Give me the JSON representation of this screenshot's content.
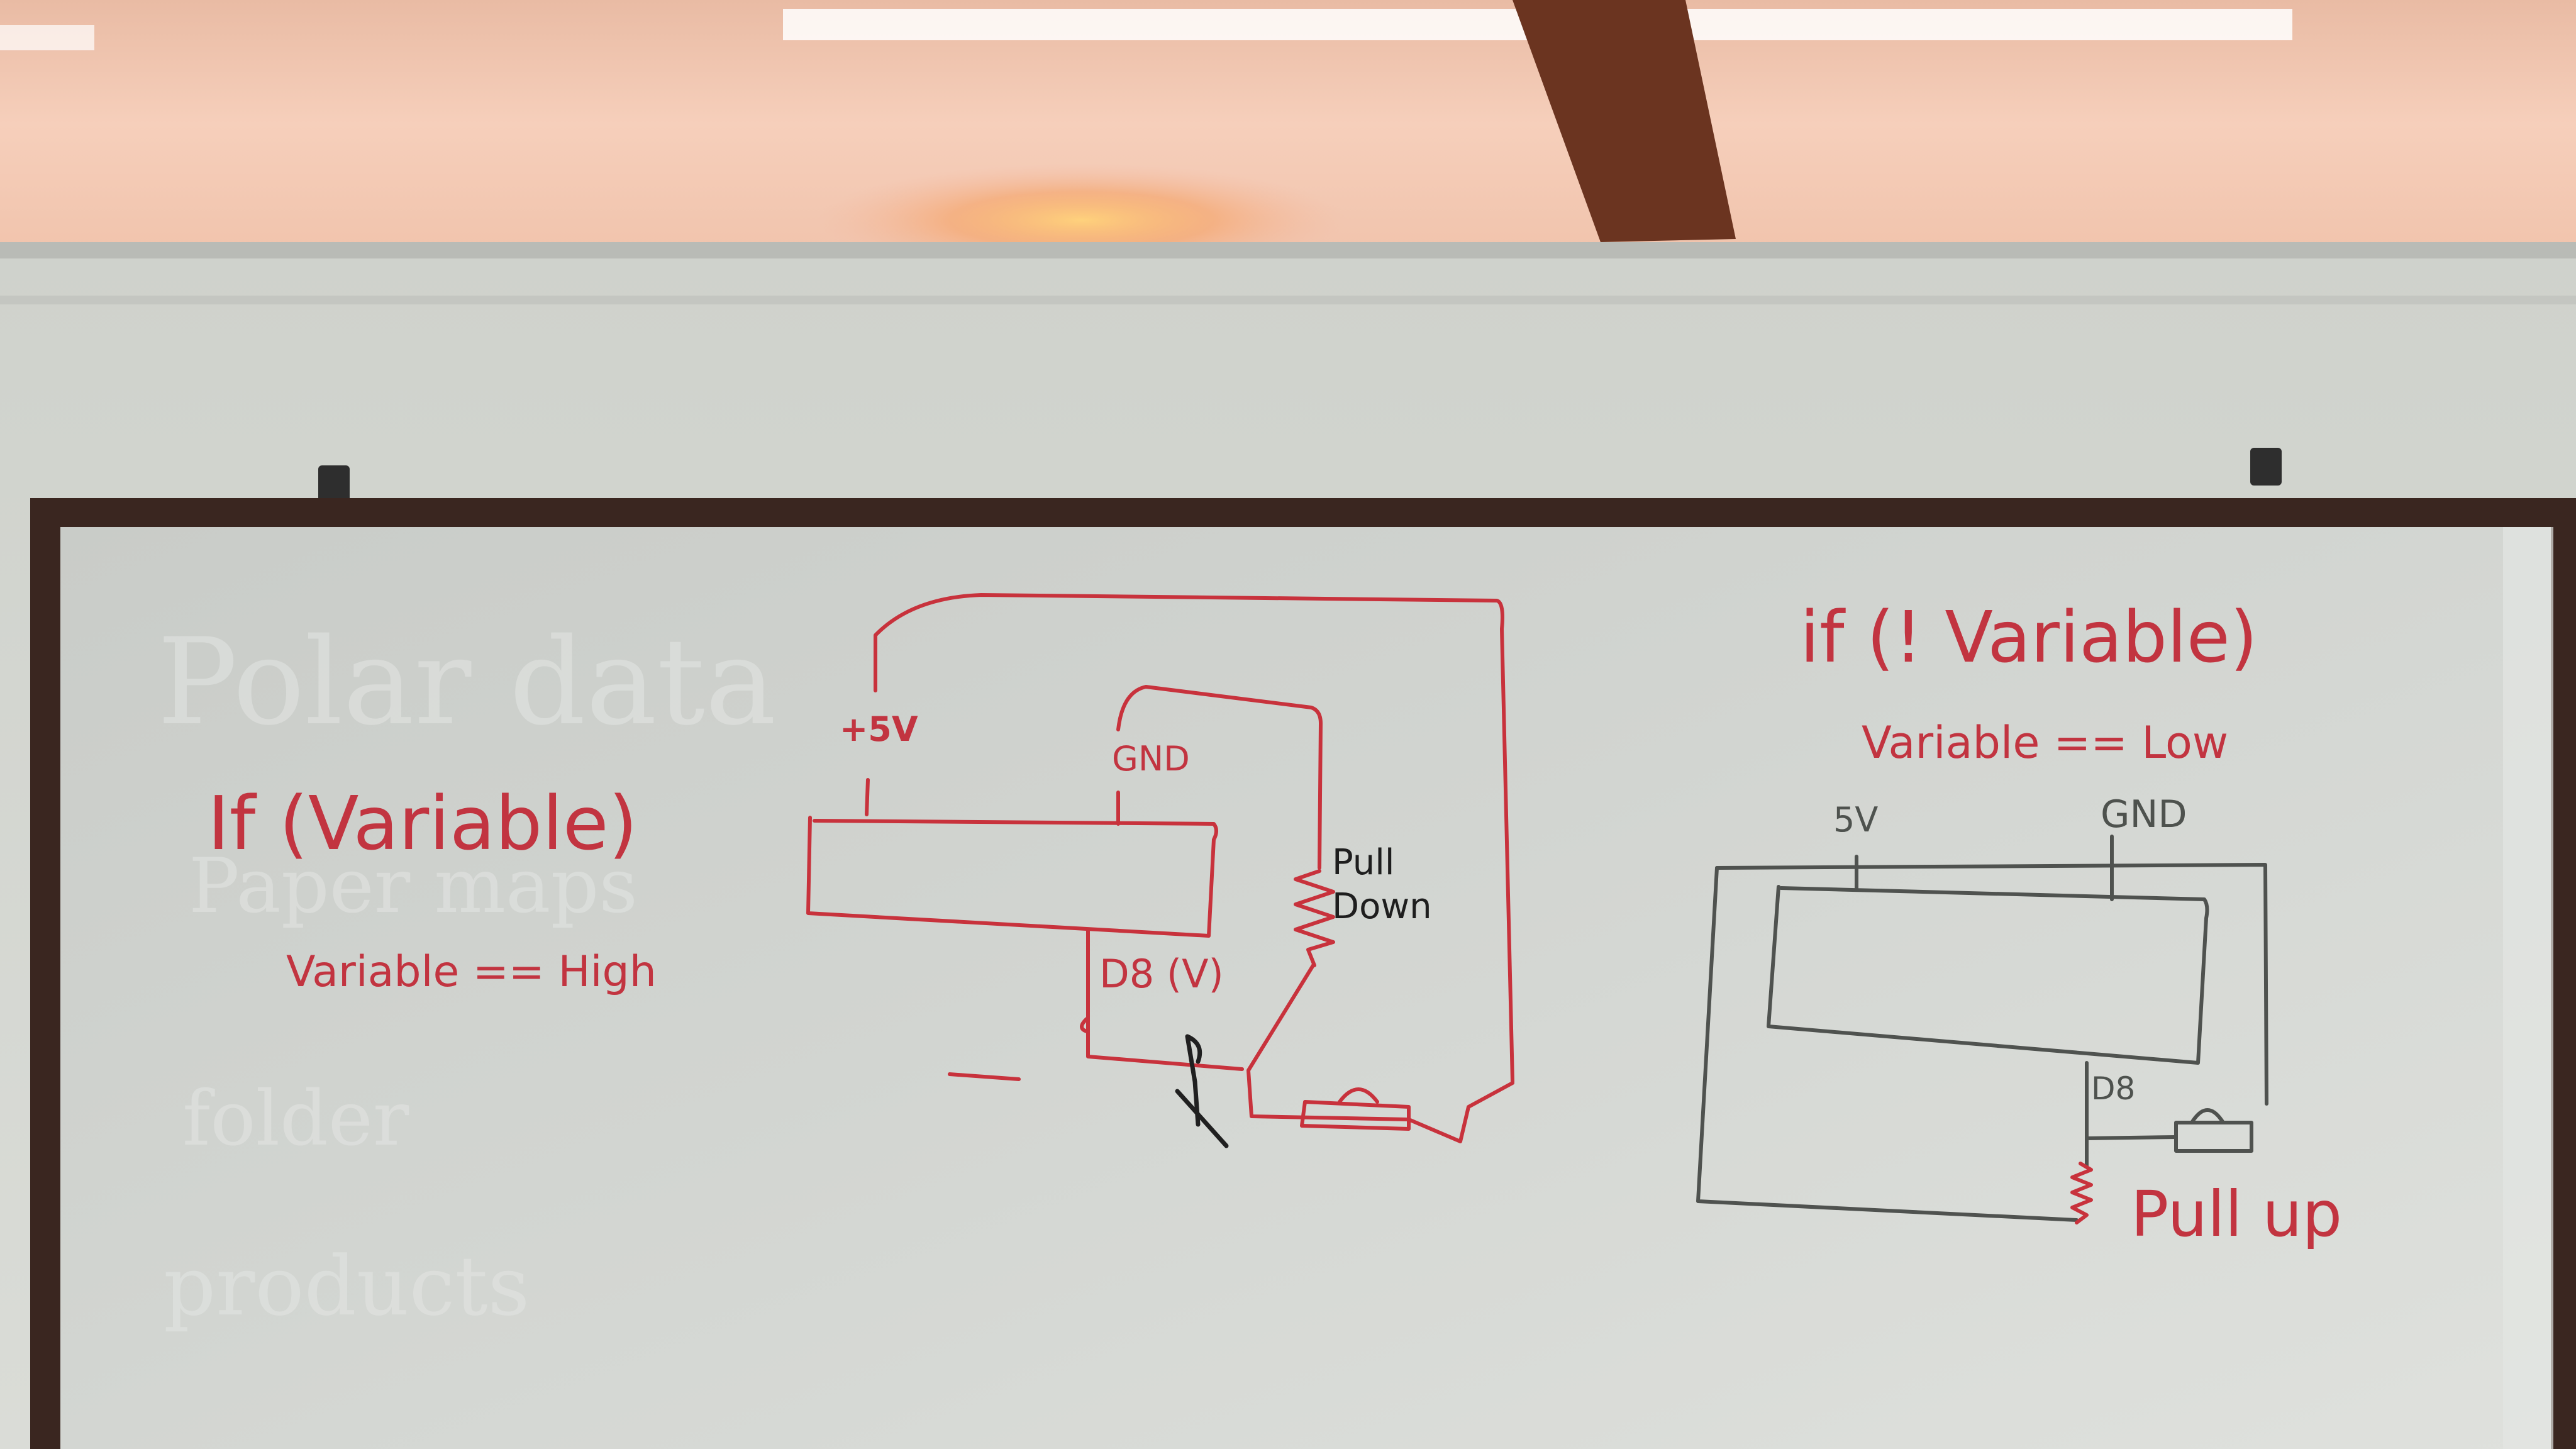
{
  "left": {
    "condition": "If (Variable)",
    "result": "Variable == High"
  },
  "middle": {
    "supply": "+5V",
    "ground": "GND",
    "resistor_label_1": "Pull",
    "resistor_label_2": "Down",
    "pin": "D8 (V)"
  },
  "right": {
    "condition": "if (! Variable)",
    "result": "Variable == Low",
    "supply": "5V",
    "ground": "GND",
    "pin": "D8",
    "resistor_label": "Pull up"
  },
  "ghost_text": [
    "Polar data",
    "Paper maps",
    "folder",
    "products"
  ],
  "colors": {
    "marker_red": "#c8323c",
    "marker_grey": "#4f524f",
    "board": "#d3d6d2",
    "frame": "#3a2620",
    "ceiling": "#f2c8b0"
  }
}
